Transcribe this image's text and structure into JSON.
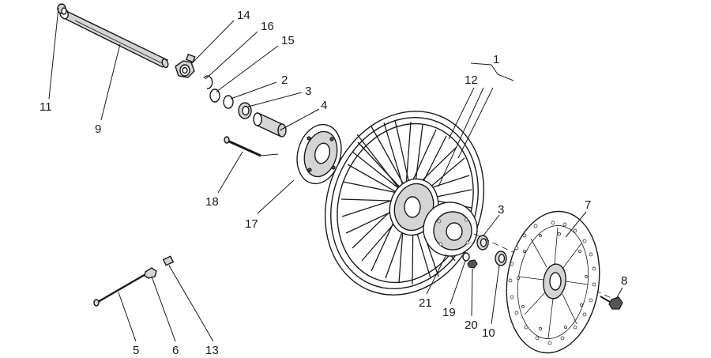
{
  "diagram": {
    "callouts": [
      {
        "id": "c1",
        "text": "1"
      },
      {
        "id": "c2",
        "text": "2"
      },
      {
        "id": "c3a",
        "text": "3"
      },
      {
        "id": "c3b",
        "text": "3"
      },
      {
        "id": "c4",
        "text": "4"
      },
      {
        "id": "c5",
        "text": "5"
      },
      {
        "id": "c6",
        "text": "6"
      },
      {
        "id": "c7",
        "text": "7"
      },
      {
        "id": "c8",
        "text": "8"
      },
      {
        "id": "c9",
        "text": "9"
      },
      {
        "id": "c10",
        "text": "10"
      },
      {
        "id": "c11",
        "text": "11"
      },
      {
        "id": "c12",
        "text": "12"
      },
      {
        "id": "c13",
        "text": "13"
      },
      {
        "id": "c14",
        "text": "14"
      },
      {
        "id": "c15",
        "text": "15"
      },
      {
        "id": "c16",
        "text": "16"
      },
      {
        "id": "c17",
        "text": "17"
      },
      {
        "id": "c18",
        "text": "18"
      },
      {
        "id": "c19",
        "text": "19"
      },
      {
        "id": "c20",
        "text": "20"
      },
      {
        "id": "c21",
        "text": "21"
      }
    ]
  }
}
